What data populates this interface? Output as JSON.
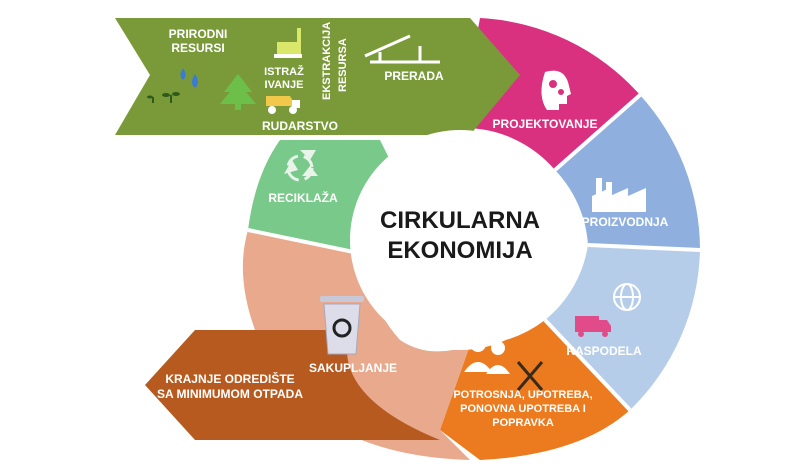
{
  "center": {
    "line1": "CIRKULARNA",
    "line2": "EKONOMIJA"
  },
  "input_arrow": {
    "resources_line1": "PRIRODNI",
    "resources_line2": "RESURSI",
    "exploration_line1": "ISTRAŽ",
    "exploration_line2": "IVANJE",
    "extraction_line1": "EKSTRAKCIJA",
    "extraction_line2": "RESURSA",
    "processing": "PRERADA",
    "mining": "RUDARSTVO"
  },
  "stages": {
    "design": "PROJEKTOVANJE",
    "production": "PROIZVODNJA",
    "distribution": "RASPODELA",
    "consumption_line1": "POTROSNJA, UPOTREBA,",
    "consumption_line2": "PONOVNA UPOTREBA I",
    "consumption_line3": "POPRAVKA",
    "collection": "SAKUPLJANJE",
    "recycling": "RECIKLAŽA"
  },
  "output_arrow": {
    "line1": "KRAJNJE ODREDIŠTE",
    "line2": "SA MINIMUMOM OTPADA"
  },
  "colors": {
    "input_green": "#7a9a3a",
    "design_magenta": "#d9317f",
    "production_blue": "#8fb0de",
    "distribution_lightblue": "#b6cde9",
    "consumption_orange": "#ec7a1f",
    "collection_peach": "#e8a98d",
    "recycling_green": "#78c98a",
    "output_brown": "#b65a20"
  },
  "icons": [
    "water-drops-icon",
    "sprout-icon",
    "tree-icon",
    "drill-rig-icon",
    "dump-truck-icon",
    "conveyor-icon",
    "gears-head-icon",
    "factory-icon",
    "globe-icon",
    "delivery-truck-icon",
    "people-icon",
    "tools-icon",
    "trash-bin-icon",
    "recycle-icon"
  ]
}
